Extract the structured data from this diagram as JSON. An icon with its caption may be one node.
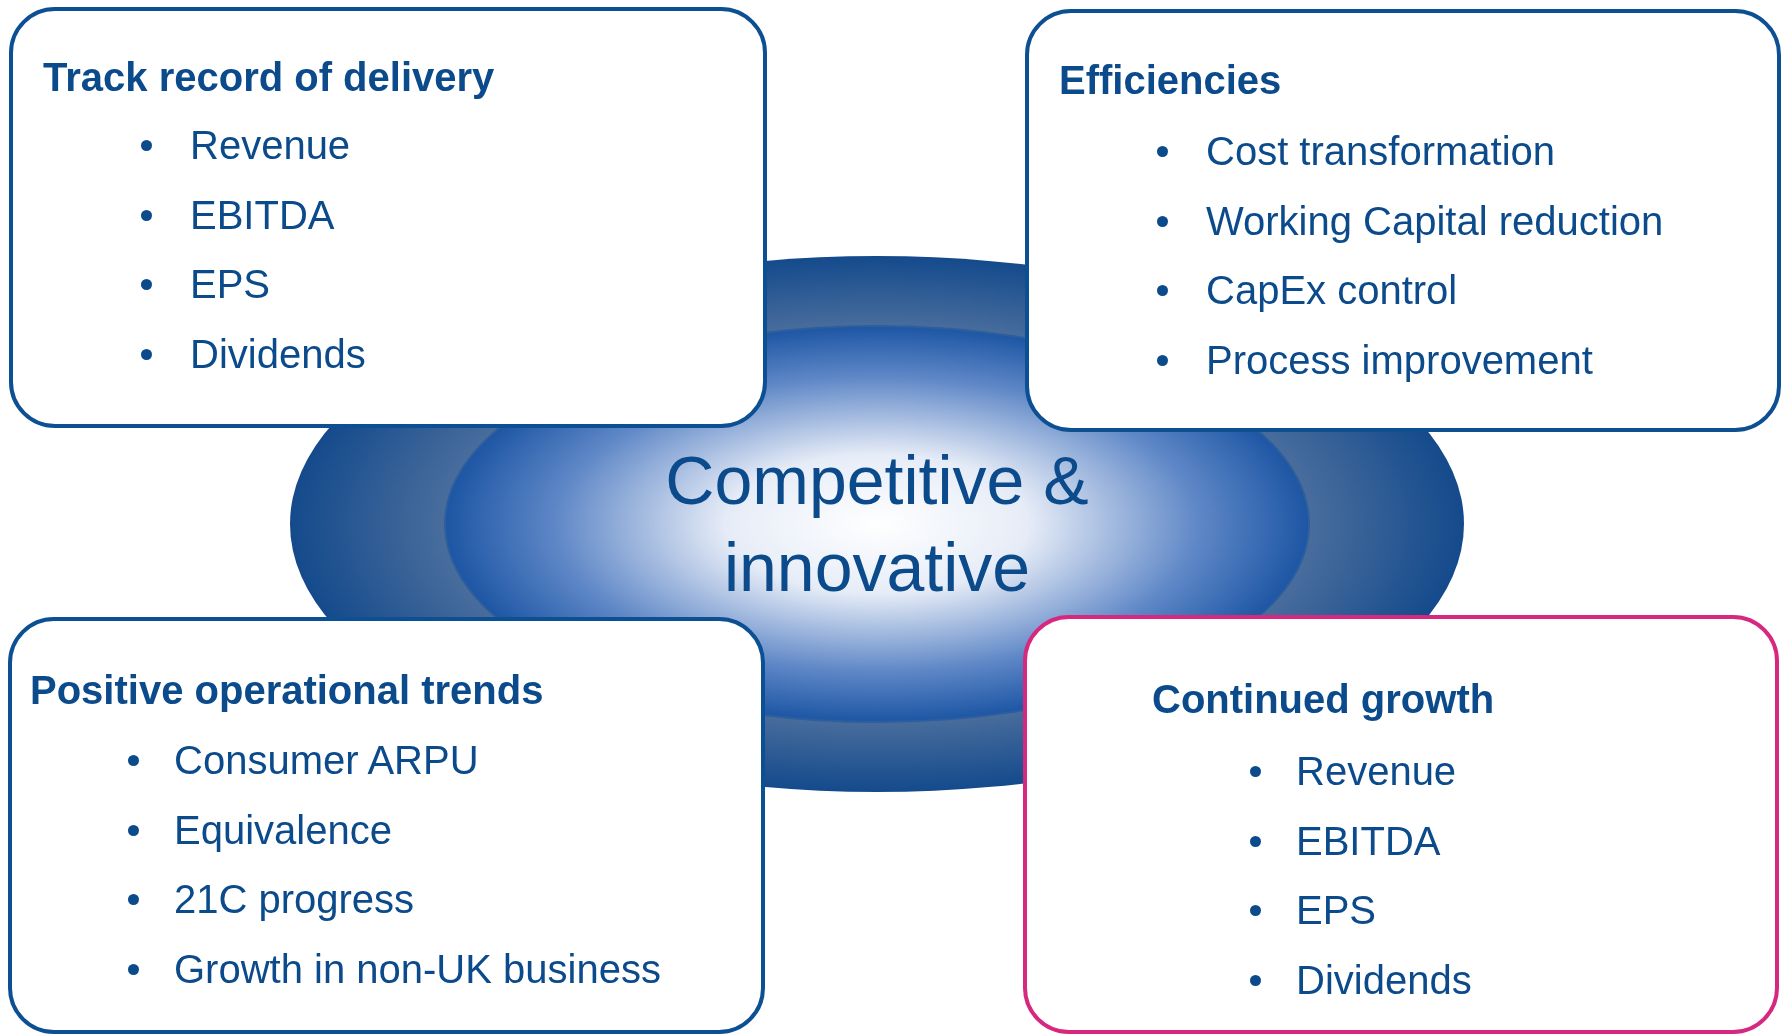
{
  "diagram": {
    "nodes": [
      {
        "text": [
          "Competitive & innovative"
        ]
      },
      {
        "text": [
          "Track record of delivery",
          "Revenue",
          "EBITDA",
          "EPS",
          "Dividends"
        ]
      },
      {
        "text": [
          "Efficiencies",
          "Cost transformation",
          "Working Capital reduction",
          "CapEx control",
          "Process improvement"
        ]
      },
      {
        "text": [
          "Positive operational trends",
          "Consumer ARPU",
          "Equivalence",
          "21C progress",
          "Growth in non-UK business"
        ]
      },
      {
        "text": [
          "Continued growth",
          "Revenue",
          "EBITDA",
          "EPS",
          "Dividends"
        ]
      }
    ],
    "edges": []
  }
}
